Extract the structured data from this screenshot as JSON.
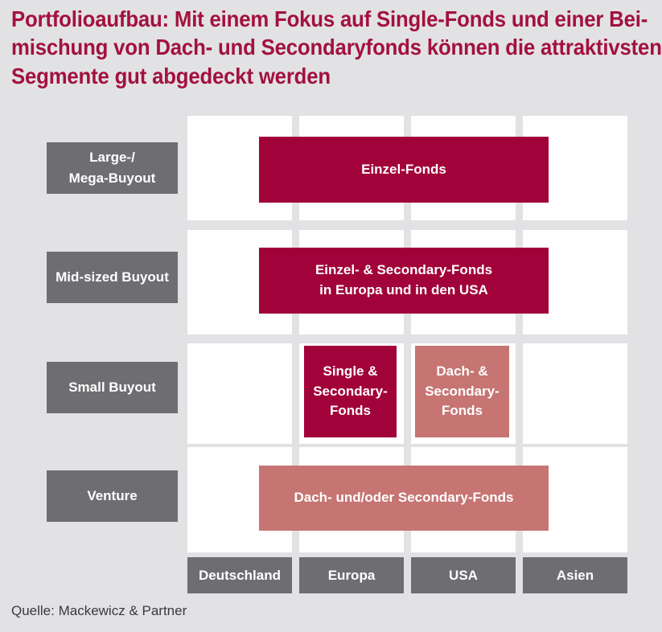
{
  "title": "Portfolioaufbau: Mit einem Fokus auf Single-Fonds und einer Bei-\nmischung von Dach- und Secondaryfonds können die attraktivsten\nSegmente gut abgedeckt werden",
  "matrix": {
    "row_labels": [
      "Large-/\nMega-Buyout",
      "Mid-sized Buyout",
      "Small Buyout",
      "Venture"
    ],
    "column_labels": [
      "Deutschland",
      "Europa",
      "USA",
      "Asien"
    ],
    "fund_boxes": [
      {
        "label": "Einzel-Fonds",
        "tone": "dark-red"
      },
      {
        "label": "Einzel- & Secondary-Fonds\nin Europa und in den USA",
        "tone": "dark-red"
      },
      {
        "label": "Single &\nSecondary-\nFonds",
        "tone": "dark-red"
      },
      {
        "label": "Dach- &\nSecondary-\nFonds",
        "tone": "rose"
      },
      {
        "label": "Dach- und/oder Secondary-Fonds",
        "tone": "rose"
      }
    ]
  },
  "source": "Quelle: Mackewicz & Partner",
  "colors": {
    "background": "#e2e2e4",
    "cell_white": "#fefefe",
    "dark_red": "#a2023a",
    "rose": "#c67573",
    "label_gray": "#6e6e72",
    "title_red": "#a3113e",
    "source_text": "#3a3a3c"
  }
}
